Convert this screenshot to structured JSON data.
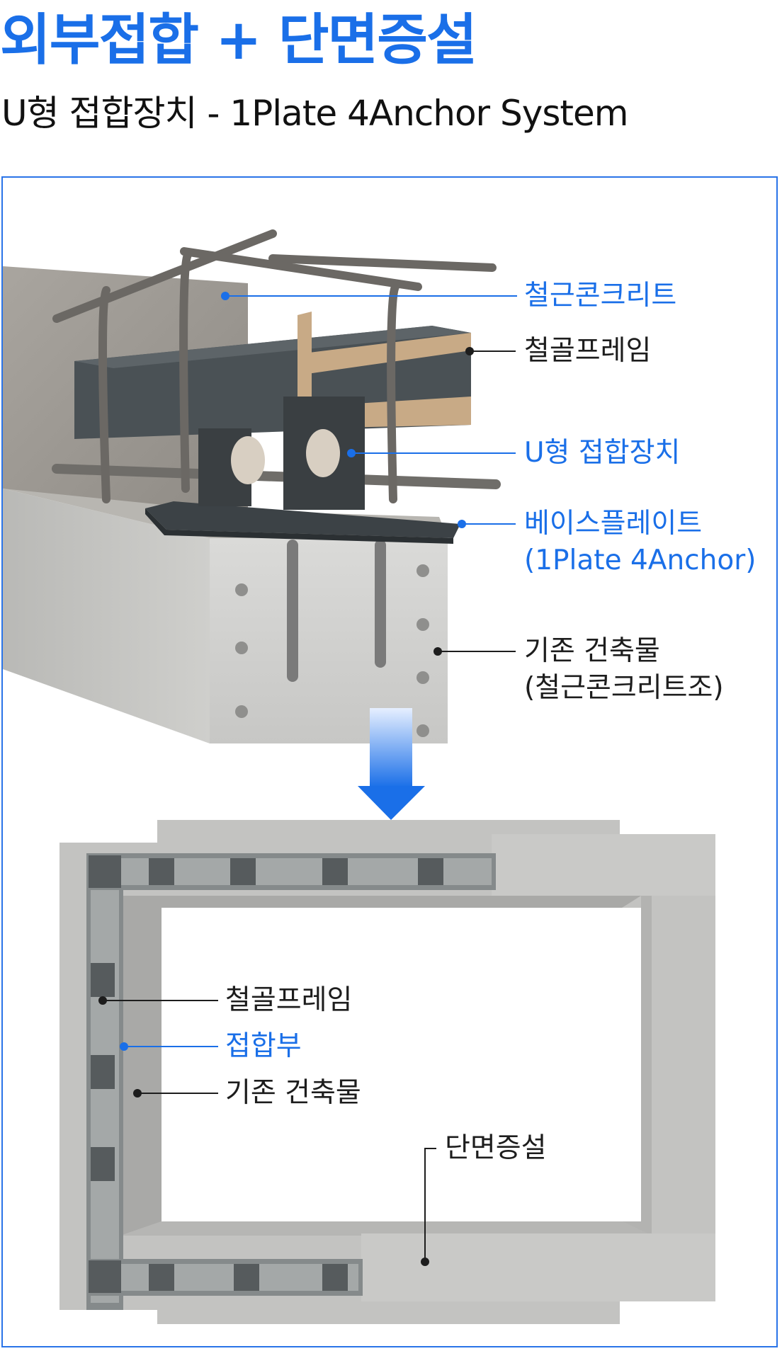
{
  "header": {
    "title": "외부접합 + 단면증설",
    "subtitle": "U형 접합장치 - 1Plate 4Anchor System"
  },
  "top_diagram": {
    "labels": {
      "rc": "철근콘크리트",
      "steel_frame": "철골프레임",
      "u_device": "U형 접합장치",
      "base_plate_1": "베이스플레이트",
      "base_plate_2": "(1Plate 4Anchor)",
      "existing_1": "기존 건축물",
      "existing_2": "(철근콘크리트조)"
    }
  },
  "bottom_diagram": {
    "labels": {
      "steel_frame": "철골프레임",
      "joint": "접합부",
      "existing": "기존 건축물",
      "section_increase": "단면증설"
    }
  },
  "colors": {
    "accent_blue": "#1a6fe8",
    "text_dark": "#1d1d1d",
    "frame_border": "#2a74e8",
    "concrete": "#c9c9c7",
    "steel": "#4a5155"
  },
  "icons": {
    "arrow": "arrow-down-icon"
  }
}
